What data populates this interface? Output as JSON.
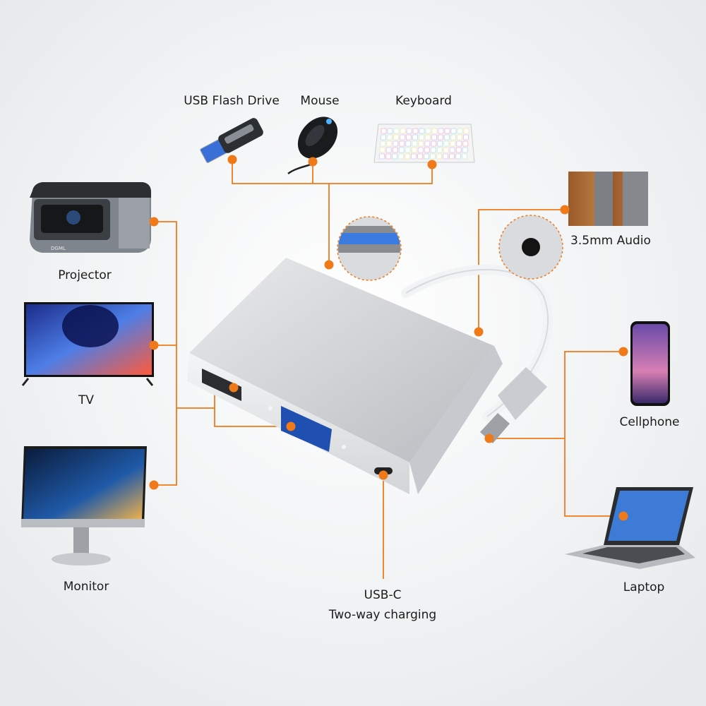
{
  "accent_color": "#f07a1a",
  "background_color": "#eef0f1",
  "devices": {
    "usb_flash_drive": "USB Flash Drive",
    "mouse": "Mouse",
    "keyboard": "Keyboard",
    "audio": "3.5mm Audio",
    "projector": "Projector",
    "tv": "TV",
    "monitor": "Monitor",
    "cellphone": "Cellphone",
    "laptop": "Laptop"
  },
  "printed_text": {
    "projector_brand": "DGML"
  },
  "charging_port": {
    "line1": "USB-C",
    "line2": "Two-way charging"
  },
  "icons": [
    "usb-flash-drive-icon",
    "mouse-icon",
    "keyboard-icon",
    "speakers-icon",
    "projector-icon",
    "tv-icon",
    "monitor-icon",
    "cellphone-icon",
    "laptop-icon",
    "usb-c-adapter-hub"
  ]
}
